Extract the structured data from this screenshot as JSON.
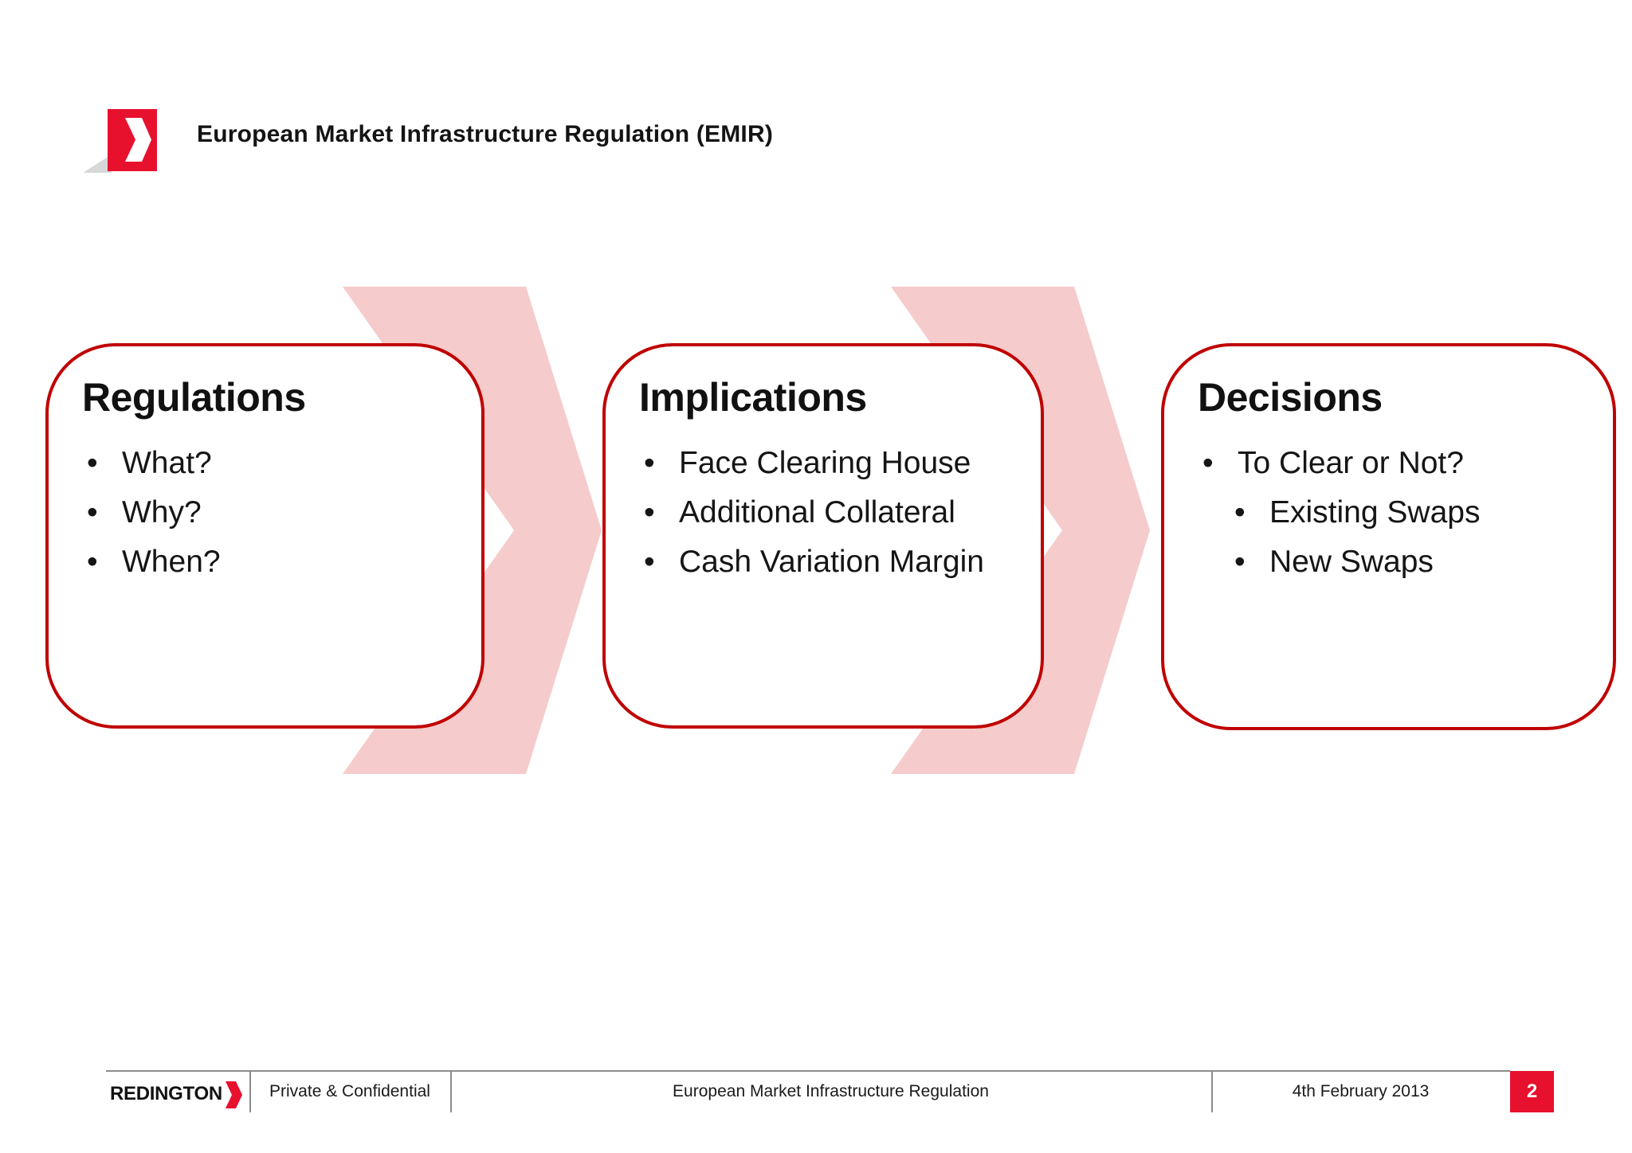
{
  "header": {
    "title": "European Market Infrastructure Regulation (EMIR)"
  },
  "boxes": [
    {
      "title": "Regulations",
      "bullets": [
        {
          "text": "What?",
          "level": 1
        },
        {
          "text": "Why?",
          "level": 1
        },
        {
          "text": "When?",
          "level": 1
        }
      ]
    },
    {
      "title": "Implications",
      "bullets": [
        {
          "text": "Face Clearing House",
          "level": 1
        },
        {
          "text": "Additional Collateral",
          "level": 1
        },
        {
          "text": "Cash Variation Margin",
          "level": 1
        }
      ]
    },
    {
      "title": "Decisions",
      "bullets": [
        {
          "text": "To Clear or Not?",
          "level": 1
        },
        {
          "text": "Existing Swaps",
          "level": 2
        },
        {
          "text": "New Swaps",
          "level": 2
        }
      ]
    }
  ],
  "footer": {
    "brand": "REDINGTON",
    "classification": "Private & Confidential",
    "doc_title": "European Market Infrastructure Regulation",
    "date": "4th February 2013",
    "page_number": "2"
  },
  "colors": {
    "brand_red": "#E8112D",
    "border_red": "#C00000",
    "chevron_pink": "#F5CBCB",
    "shadow_gray": "#D8D8D8",
    "rule_gray": "#8C8C8C"
  }
}
